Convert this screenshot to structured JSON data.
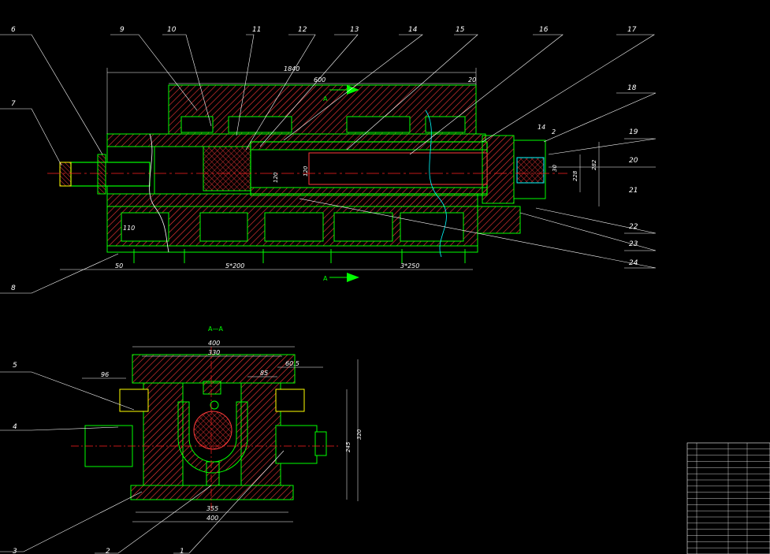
{
  "drawing": {
    "background": "#000000",
    "colors": {
      "outline": "#00ff00",
      "hatch": "#ff3a3a",
      "leader": "#ffffff",
      "center": "#ff2020",
      "accent": "#00ffff",
      "part": "#ffff00"
    },
    "section_label": "A—A",
    "section_marks": [
      "A",
      "A"
    ],
    "dimensions_main": [
      "1840",
      "600",
      "20",
      "110",
      "50",
      "5*200",
      "3*250",
      "14",
      "2",
      "30",
      "228",
      "282",
      "120",
      "120"
    ],
    "dimensions_section": [
      "400",
      "330",
      "96",
      "85",
      "60.5",
      "245",
      "320",
      "355",
      "400"
    ],
    "callouts_main": [
      {
        "n": "6"
      },
      {
        "n": "7"
      },
      {
        "n": "8"
      },
      {
        "n": "9"
      },
      {
        "n": "10"
      },
      {
        "n": "11"
      },
      {
        "n": "12"
      },
      {
        "n": "13"
      },
      {
        "n": "14"
      },
      {
        "n": "15"
      },
      {
        "n": "16"
      },
      {
        "n": "17"
      },
      {
        "n": "18"
      },
      {
        "n": "19"
      },
      {
        "n": "20"
      },
      {
        "n": "21"
      },
      {
        "n": "22"
      },
      {
        "n": "23"
      },
      {
        "n": "24"
      }
    ],
    "callouts_section": [
      {
        "n": "5"
      },
      {
        "n": "4"
      },
      {
        "n": "3"
      },
      {
        "n": "2"
      },
      {
        "n": "1"
      }
    ],
    "parts_list_rows": 18
  }
}
